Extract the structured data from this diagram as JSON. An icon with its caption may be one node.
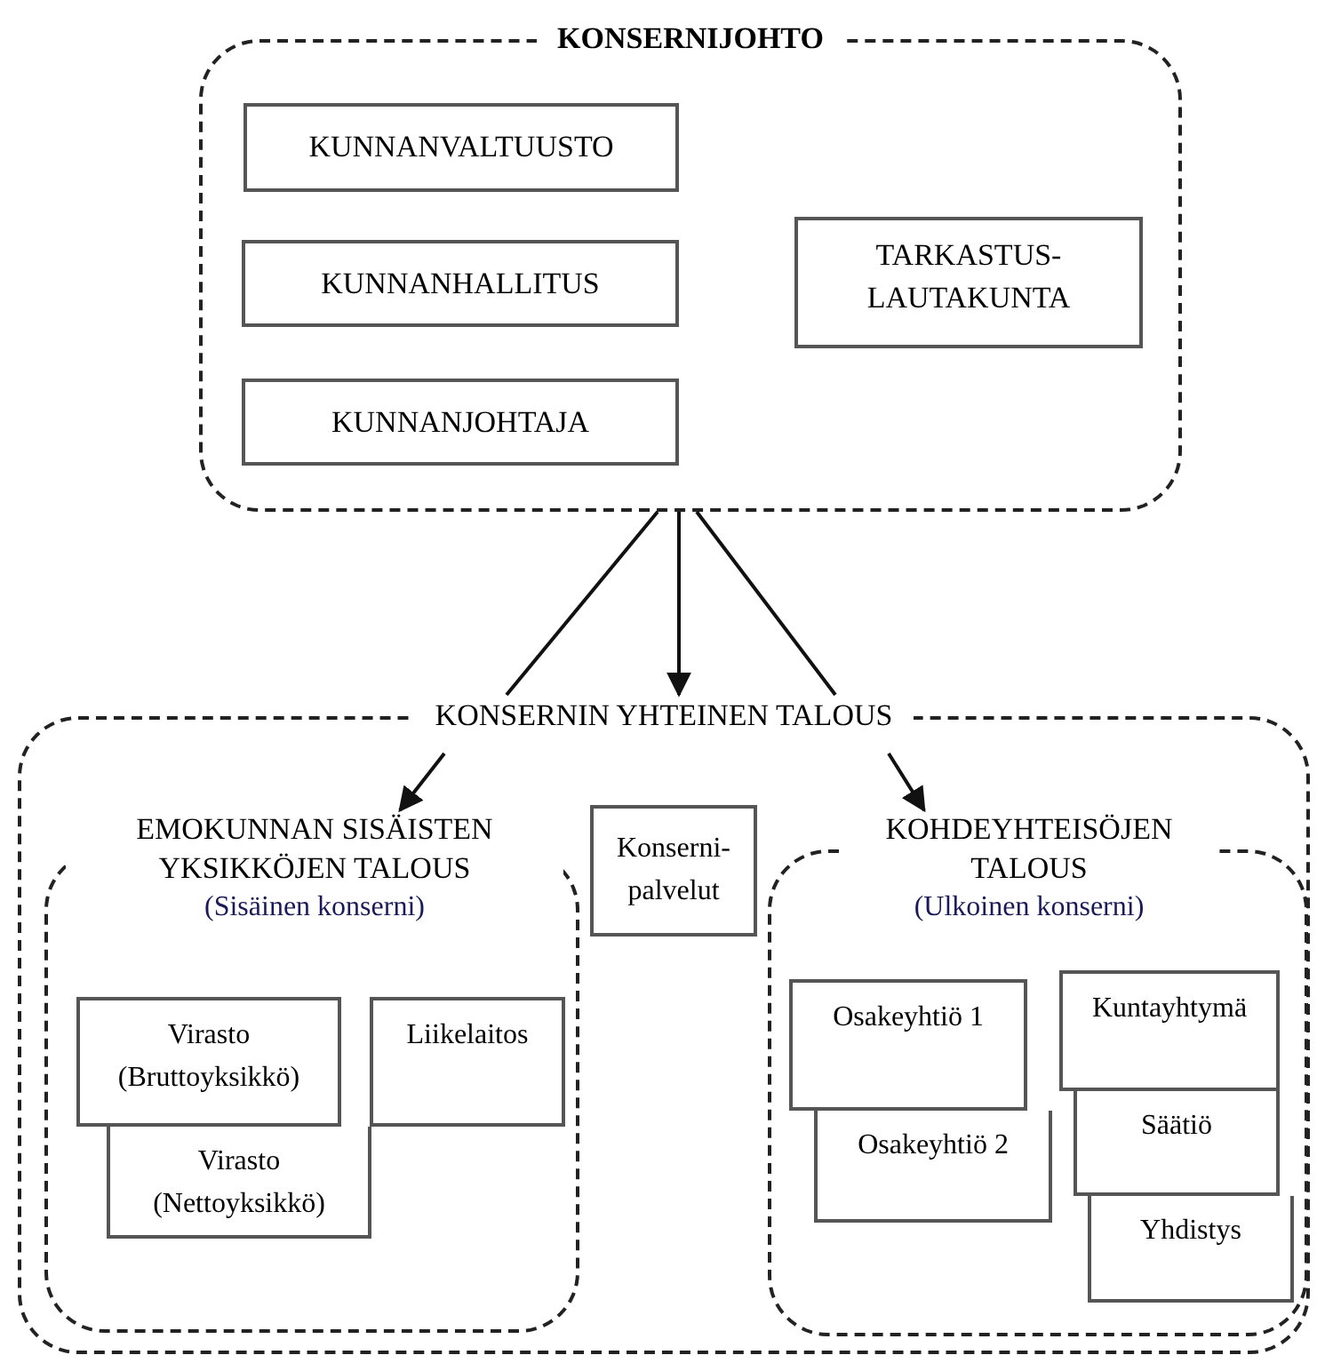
{
  "diagram": {
    "nodes": [
      {
        "text": [
          "KONSERNIJOHTO"
        ]
      },
      {
        "text": [
          "KUNNANVALTUUSTO"
        ],
        "in": 0
      },
      {
        "text": [
          "KUNNANHALLITUS"
        ],
        "in": 0
      },
      {
        "text": [
          "KUNNANJOHTAJA"
        ],
        "in": 0
      },
      {
        "text": [
          "TARKASTUS- LAUTAKUNTA"
        ],
        "in": 0
      },
      {
        "text": [
          "KONSERNIN YHTEINEN TALOUS"
        ]
      },
      {
        "text": [
          "EMOKUNNAN SISÄISTEN YKSIKKÖJEN TALOUS",
          "(Sisäinen konserni)"
        ],
        "in": 5
      },
      {
        "text": [
          "Konserni- palvelut"
        ],
        "in": 5
      },
      {
        "text": [
          "KOHDEYHTEISÖJEN TALOUS",
          "(Ulkoinen konserni)"
        ],
        "in": 5
      },
      {
        "text": [
          "Virasto (Bruttoyksikkö)"
        ],
        "in": 6
      },
      {
        "text": [
          "Virasto (Nettoyksikkö)"
        ],
        "in": 6
      },
      {
        "text": [
          "Liikelaitos"
        ],
        "in": 6
      },
      {
        "text": [
          "Osakeyhtiö 1"
        ],
        "in": 8
      },
      {
        "text": [
          "Osakeyhtiö 2"
        ],
        "in": 8
      },
      {
        "text": [
          "Kuntayhtymä"
        ],
        "in": 8
      },
      {
        "text": [
          "Säätiö"
        ],
        "in": 8
      },
      {
        "text": [
          "Yhdistys"
        ],
        "in": 8
      }
    ],
    "edges": [
      {
        "from": 0,
        "to": 5,
        "arrow": "none"
      },
      {
        "from": 0,
        "to": 5,
        "arrow": "to"
      },
      {
        "from": 0,
        "to": 5,
        "arrow": "none"
      },
      {
        "from": null,
        "to": 6,
        "arrow": "to"
      },
      {
        "from": null,
        "to": 8,
        "arrow": "to"
      }
    ]
  }
}
